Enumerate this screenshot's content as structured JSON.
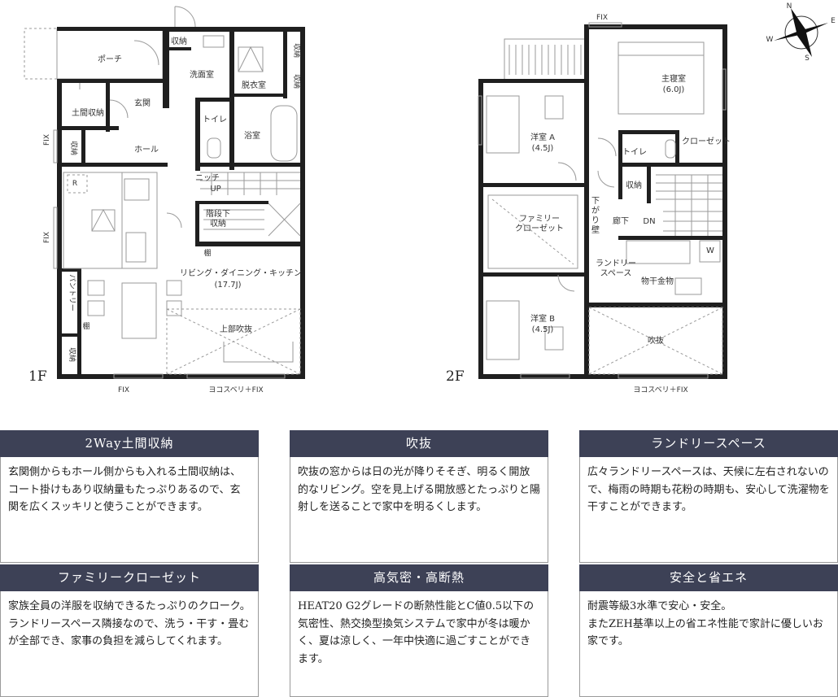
{
  "floor1": {
    "label": "1F",
    "rooms": {
      "porch": "ポーチ",
      "storage_top": "収納",
      "washroom": "洗面室",
      "dressing": "脱衣室",
      "storage_r1": "収納",
      "storage_r2": "収納",
      "genkan_storage": "土間収納",
      "entrance": "玄関",
      "toilet": "トイレ",
      "bath": "浴室",
      "storage_left": "収納",
      "hall": "ホール",
      "niche": "ニッチ",
      "up": "UP",
      "r_mark": "R",
      "stair_storage": "階段下\n収納",
      "shelf1": "棚",
      "pantry": "パントリー",
      "shelf2": "棚",
      "storage_bottom": "収納",
      "ldk": "リビング・ダイニング・キッチン",
      "ldk_size": "(17.7J)",
      "open_above": "上部吹抜"
    },
    "notes": {
      "fix_left_top": "FIX",
      "fix_left_mid": "FIX",
      "fix_bottom": "FIX",
      "slide_fix": "ヨコスベリ＋FIX"
    }
  },
  "floor2": {
    "label": "2F",
    "rooms": {
      "master": "主寝室",
      "master_size": "(6.0J)",
      "room_a": "洋室 A",
      "room_a_size": "(4.5J)",
      "toilet": "トイレ",
      "closet": "クローゼット",
      "storage": "収納",
      "family_closet": "ファミリー\nクローゼット",
      "hanging_wall": "下\nが\nり\n壁",
      "corridor": "廊下",
      "dn": "DN",
      "w_mark": "W",
      "laundry": "ランドリー\nスペース",
      "hardware": "物干金物",
      "room_b": "洋室 B",
      "room_b_size": "(4.5J)",
      "void": "吹抜"
    },
    "notes": {
      "fix_top": "FIX",
      "slide_fix": "ヨコスベリ＋FIX"
    }
  },
  "compass": {
    "n": "N",
    "e": "E",
    "s": "S",
    "w": "W"
  },
  "cards": [
    {
      "title": "2Way土間収納",
      "body": "玄関側からもホール側からも入れる土間収納は、コート掛けもあり収納量もたっぷりあるので、玄関を広くスッキリと使うことができます。"
    },
    {
      "title": "吹抜",
      "body": "吹抜の窓からは日の光が降りそそぎ、明るく開放的なリビング。空を見上げる開放感とたっぷりと陽射しを送ることで家中を明るくします。"
    },
    {
      "title": "ランドリースペース",
      "body": "広々ランドリースペースは、天候に左右されないので、梅雨の時期も花粉の時期も、安心して洗濯物を干すことができます。"
    },
    {
      "title": "ファミリークローゼット",
      "body": "家族全員の洋服を収納できるたっぷりのクローク。ランドリースペース隣接なので、洗う・干す・畳むが全部でき、家事の負担を減らしてくれます。"
    },
    {
      "title": "高気密・高断熱",
      "body": "HEAT20 G2グレードの断熱性能とC値0.5以下の気密性、熱交換型換気システムで家中が冬は暖かく、夏は涼しく、一年中快適に過ごすことができます。"
    },
    {
      "title": "安全と省エネ",
      "body": "耐震等級3水準で安心・安全。\nまたZEH基準以上の省エネ性能で家計に優しいお家です。"
    }
  ]
}
